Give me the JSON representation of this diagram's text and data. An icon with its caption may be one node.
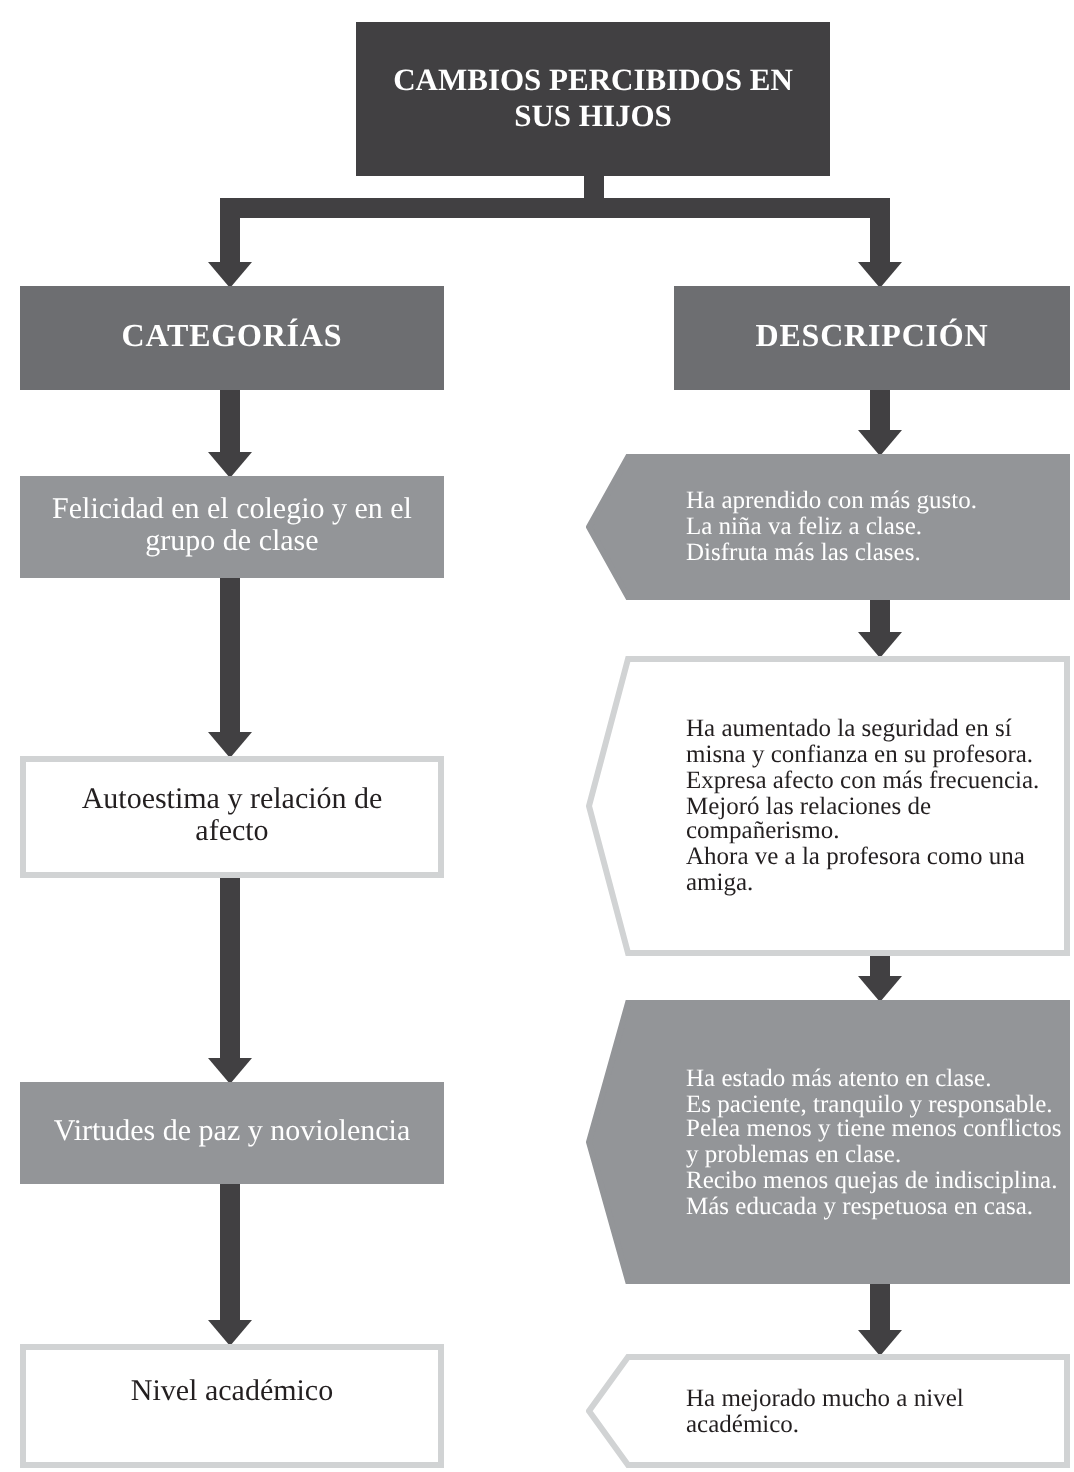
{
  "diagram": {
    "nodes": [
      {
        "text": [
          "CAMBIOS PERCIBIDOS EN SUS HIJOS"
        ]
      },
      {
        "text": [
          "CATEGORÍAS"
        ]
      },
      {
        "text": [
          "DESCRIPCIÓN"
        ]
      },
      {
        "text": [
          "Felicidad en el colegio y en el grupo de clase"
        ]
      },
      {
        "text": [
          "Autoestima y relación de afecto"
        ]
      },
      {
        "text": [
          "Virtudes de paz y noviolencia"
        ]
      },
      {
        "text": [
          "Nivel académico"
        ]
      },
      {
        "text": [
          "Ha aprendido con más gusto.",
          "La niña va feliz a clase.",
          "Disfruta más las clases."
        ]
      },
      {
        "text": [
          "Ha aumentado la seguridad en sí misna y confianza en su profesora.",
          "Expresa afecto con más frecuencia.",
          "Mejoró las relaciones de compañerismo.",
          "Ahora ve a la profesora como una amiga."
        ]
      },
      {
        "text": [
          "Ha estado más atento en clase.",
          "Es paciente, tranquilo y responsable.",
          "Pelea menos y tiene menos conflictos y problemas en clase.",
          "Recibo menos quejas de indisciplina.",
          "Más educada y respetuosa en casa."
        ]
      },
      {
        "text": [
          "Ha mejorado mucho a nivel académico."
        ]
      }
    ],
    "edges": [
      {
        "from": 0,
        "to": 1,
        "arrow": "to"
      },
      {
        "from": 0,
        "to": 2,
        "arrow": "to"
      },
      {
        "from": 1,
        "to": 3,
        "arrow": "to"
      },
      {
        "from": 3,
        "to": 4,
        "arrow": "to"
      },
      {
        "from": 4,
        "to": 5,
        "arrow": "to"
      },
      {
        "from": 5,
        "to": 6,
        "arrow": "to"
      },
      {
        "from": 2,
        "to": 7,
        "arrow": "to"
      },
      {
        "from": 7,
        "to": 8,
        "arrow": "to"
      },
      {
        "from": 8,
        "to": 9,
        "arrow": "to"
      },
      {
        "from": 9,
        "to": 10,
        "arrow": "to"
      }
    ]
  }
}
